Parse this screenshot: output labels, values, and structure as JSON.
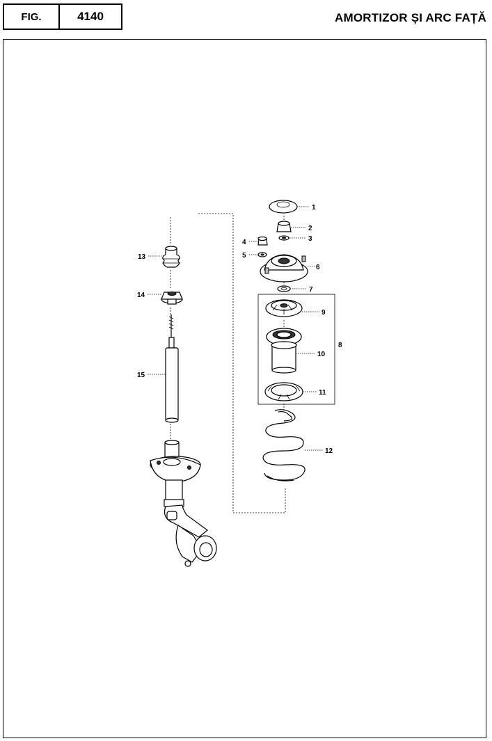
{
  "header": {
    "fig_label": "FIG.",
    "fig_number": "4140",
    "title": "AMORTIZOR ȘI ARC FAȚĂ"
  },
  "callouts": [
    {
      "id": "c1",
      "text": "1"
    },
    {
      "id": "c2",
      "text": "2"
    },
    {
      "id": "c3",
      "text": "3"
    },
    {
      "id": "c4",
      "text": "4"
    },
    {
      "id": "c5",
      "text": "5"
    },
    {
      "id": "c6",
      "text": "6"
    },
    {
      "id": "c7",
      "text": "7"
    },
    {
      "id": "c8",
      "text": "8"
    },
    {
      "id": "c9",
      "text": "9"
    },
    {
      "id": "c10",
      "text": "10"
    },
    {
      "id": "c11",
      "text": "11"
    },
    {
      "id": "c12",
      "text": "12"
    },
    {
      "id": "c13",
      "text": "13"
    },
    {
      "id": "c14",
      "text": "14"
    },
    {
      "id": "c15",
      "text": "15"
    }
  ]
}
